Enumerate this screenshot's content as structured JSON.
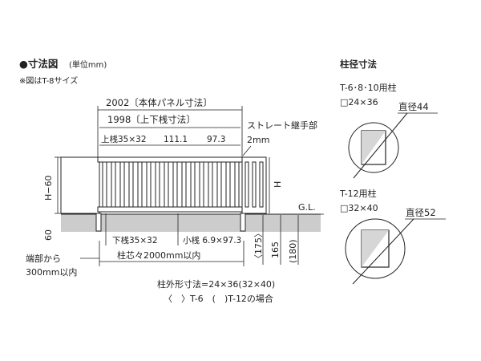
{
  "header": {
    "title": "●寸法図",
    "unit": "(単位mm)",
    "note": "※図はT-8サイズ"
  },
  "fence": {
    "panel_dim": "2002〔本体パネル寸法〕",
    "rail_dim": "1998〔上下桟寸法〕",
    "top_rail": "上桟35×32",
    "dim_111": "111.1",
    "dim_97": "97.3",
    "joint_label": "ストレート継手部",
    "joint_value": "2mm",
    "h_minus_60": "H−60",
    "h_label": "H",
    "dim_60": "60",
    "gl": "G.L.",
    "bottom_rail": "下桟35×32",
    "small_bar": "小桟 6.9×97.3",
    "post_spacing": "柱芯々2000mm以内",
    "end_note_1": "端部から",
    "end_note_2": "300mm以内",
    "depth_175": "〈175〉",
    "depth_165": "165",
    "depth_180": "(180)",
    "post_size_1": "柱外形寸法=24×36(32×40)",
    "post_size_2": "〈　〉T-6　(　)T-12の場合"
  },
  "post_section": {
    "title": "柱径寸法",
    "a_model": "T-6･8･10用柱",
    "a_size": "□24×36",
    "a_dia": "直径44",
    "b_model": "T-12用柱",
    "b_size": "□32×40",
    "b_dia": "直径52"
  }
}
